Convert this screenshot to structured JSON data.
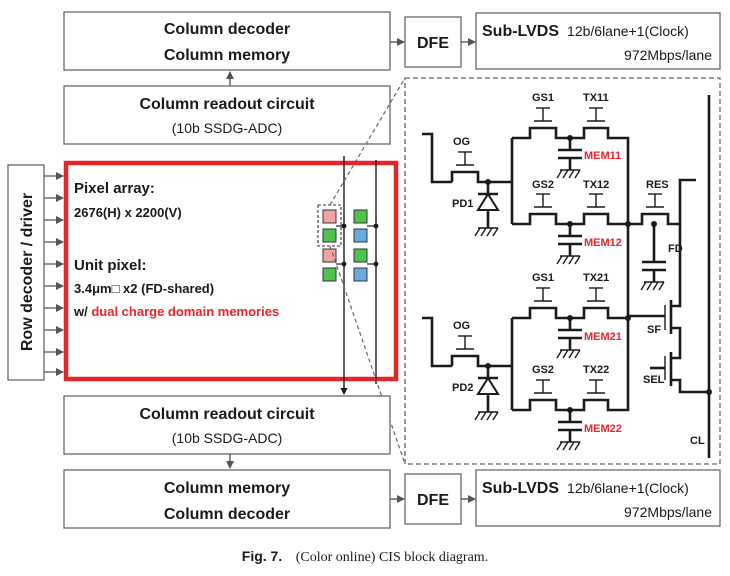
{
  "blocks": {
    "top_decoder": {
      "line1": "Column decoder",
      "line2": "Column memory"
    },
    "top_readout": {
      "title": "Column readout circuit",
      "subtitle": "(10b SSDG-ADC)"
    },
    "bottom_readout": {
      "title": "Column readout circuit",
      "subtitle": "(10b SSDG-ADC)"
    },
    "bottom_decoder": {
      "line1": "Column memory",
      "line2": "Column decoder"
    },
    "dfe_top": "DFE",
    "dfe_bottom": "DFE",
    "lvds_top": {
      "title": "Sub-LVDS",
      "spec1": "12b/6lane+1(Clock)",
      "spec2": "972Mbps/lane"
    },
    "lvds_bottom": {
      "title": "Sub-LVDS",
      "spec1": "12b/6lane+1(Clock)",
      "spec2": "972Mbps/lane"
    },
    "row_decoder": "Row decoder / driver"
  },
  "pixel_array": {
    "title": "Pixel array:",
    "size": "2676(H) x 2200(V)",
    "unit_title": "Unit pixel:",
    "unit_size": "3.4μm□ x2 (FD-shared)",
    "memories_prefix": "w/ ",
    "memories_highlight": "dual charge domain memories"
  },
  "circuit": {
    "og1": "OG",
    "pd1": "PD1",
    "gs1_a": "GS1",
    "tx11": "TX11",
    "mem11": "MEM11",
    "gs2_a": "GS2",
    "tx12": "TX12",
    "mem12": "MEM12",
    "res": "RES",
    "fd": "FD",
    "og2": "OG",
    "pd2": "PD2",
    "gs1_b": "GS1",
    "tx21": "TX21",
    "mem21": "MEM21",
    "gs2_b": "GS2",
    "tx22": "TX22",
    "mem22": "MEM22",
    "sf": "SF",
    "sel": "SEL",
    "cl": "CL"
  },
  "caption": {
    "label": "Fig. 7.",
    "text": "(Color online) CIS block diagram."
  },
  "colors": {
    "highlight_red": "#e4262b",
    "pixel_red": "#f2a3a3",
    "pixel_green": "#4fc24f",
    "pixel_blue": "#6aa9e2",
    "box_border": "#666666"
  }
}
